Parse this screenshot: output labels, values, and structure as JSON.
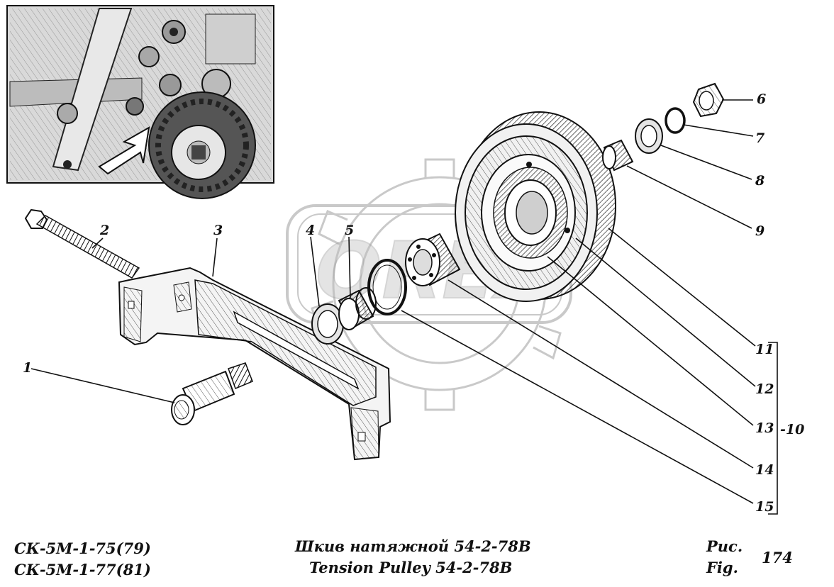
{
  "parts": [
    {
      "id": "1",
      "label": "1"
    },
    {
      "id": "2",
      "label": "2"
    },
    {
      "id": "3",
      "label": "3"
    },
    {
      "id": "4",
      "label": "4"
    },
    {
      "id": "5",
      "label": "5"
    },
    {
      "id": "6",
      "label": "6"
    },
    {
      "id": "7",
      "label": "7"
    },
    {
      "id": "8",
      "label": "8"
    },
    {
      "id": "9",
      "label": "9"
    },
    {
      "id": "10",
      "label": "-10"
    },
    {
      "id": "11",
      "label": "11"
    },
    {
      "id": "12",
      "label": "12"
    },
    {
      "id": "13",
      "label": "13"
    },
    {
      "id": "14",
      "label": "14"
    },
    {
      "id": "15",
      "label": "15"
    }
  ],
  "caption": {
    "model_line1": "СК-5М-1-75(79)",
    "model_line2": "СК-5М-1-77(81)",
    "title_ru": "Шкив натяжной 54-2-78В",
    "title_en": "Tension Pulley 54-2-78B",
    "fig_ru": "Рис.",
    "fig_en": "Fig.",
    "fig_number": "174"
  },
  "colors": {
    "ink": "#111111",
    "watermark": "#9a9a9a",
    "photo_bg": "#d8d8d8"
  }
}
